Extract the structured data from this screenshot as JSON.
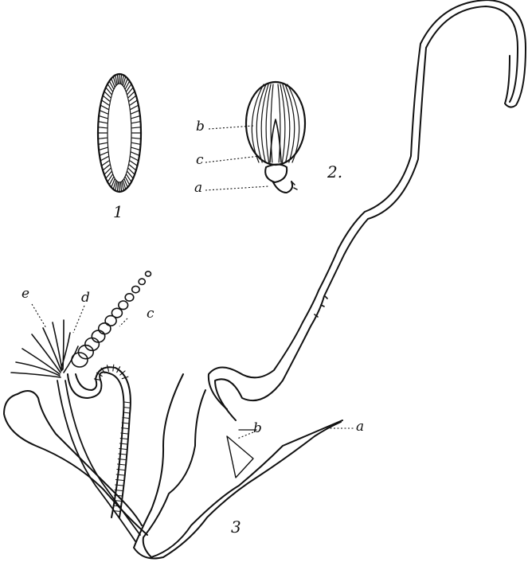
{
  "figures": [
    {
      "number": "1"
    },
    {
      "number": "2.",
      "labels": [
        "b",
        "c",
        "a"
      ]
    },
    {
      "number": "3",
      "labels": [
        "e",
        "d",
        "c",
        "b",
        "a"
      ]
    }
  ]
}
